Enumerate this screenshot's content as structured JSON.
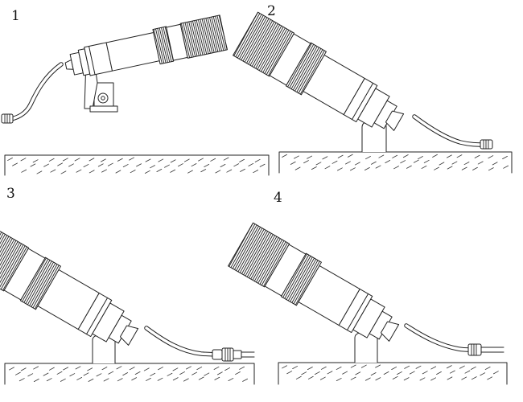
{
  "steps": [
    {
      "label": "1"
    },
    {
      "label": "2"
    },
    {
      "label": "3"
    },
    {
      "label": "4"
    }
  ],
  "colors": {
    "line": "#222222",
    "background": "#ffffff"
  }
}
